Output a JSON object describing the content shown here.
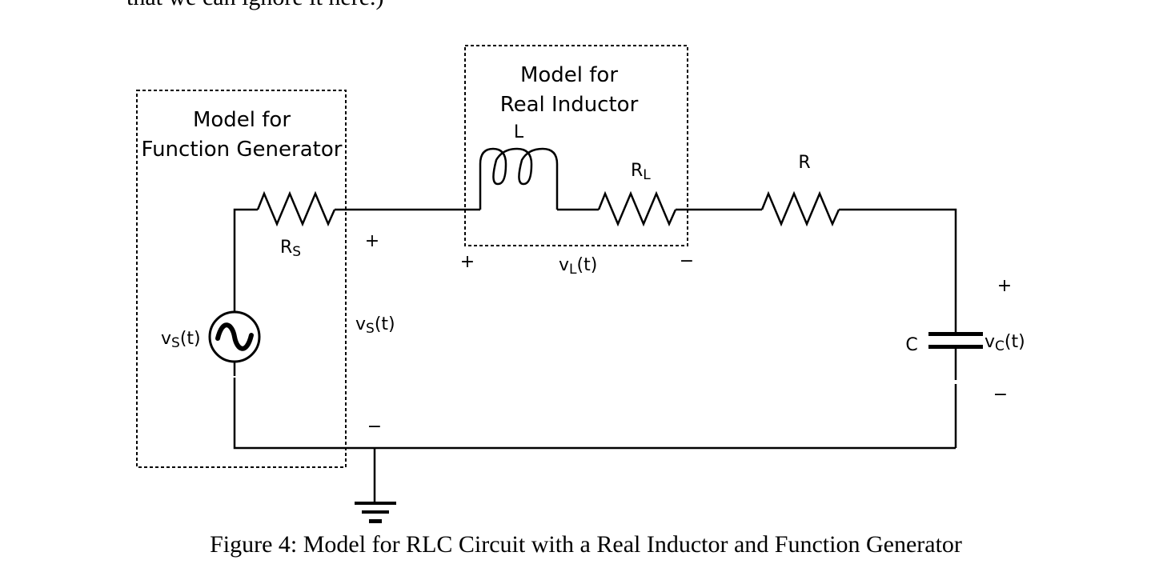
{
  "prev_text": "that we can ignore it here.)",
  "boxes": {
    "func_gen": {
      "line1": "Model for",
      "line2": "Function Generator"
    },
    "real_inductor": {
      "line1": "Model for",
      "line2": "Real Inductor"
    }
  },
  "components": {
    "rs": {
      "main": "R",
      "sub": "S"
    },
    "l": "L",
    "rl": {
      "main": "R",
      "sub": "L"
    },
    "r": "R",
    "c": "C"
  },
  "voltages": {
    "source": {
      "pre": "v",
      "sub": "S",
      "post": "(t)"
    },
    "vs_node": {
      "pre": "v",
      "sub": "S",
      "post": "(t)"
    },
    "vl": {
      "pre": "v",
      "sub": "L",
      "post": "(t)"
    },
    "vc": {
      "pre": "v",
      "sub": "C",
      "post": "(t)"
    }
  },
  "signs": {
    "plus": "+",
    "minus": "−"
  },
  "caption": "Figure 4: Model for RLC Circuit with a Real Inductor and Function Generator"
}
